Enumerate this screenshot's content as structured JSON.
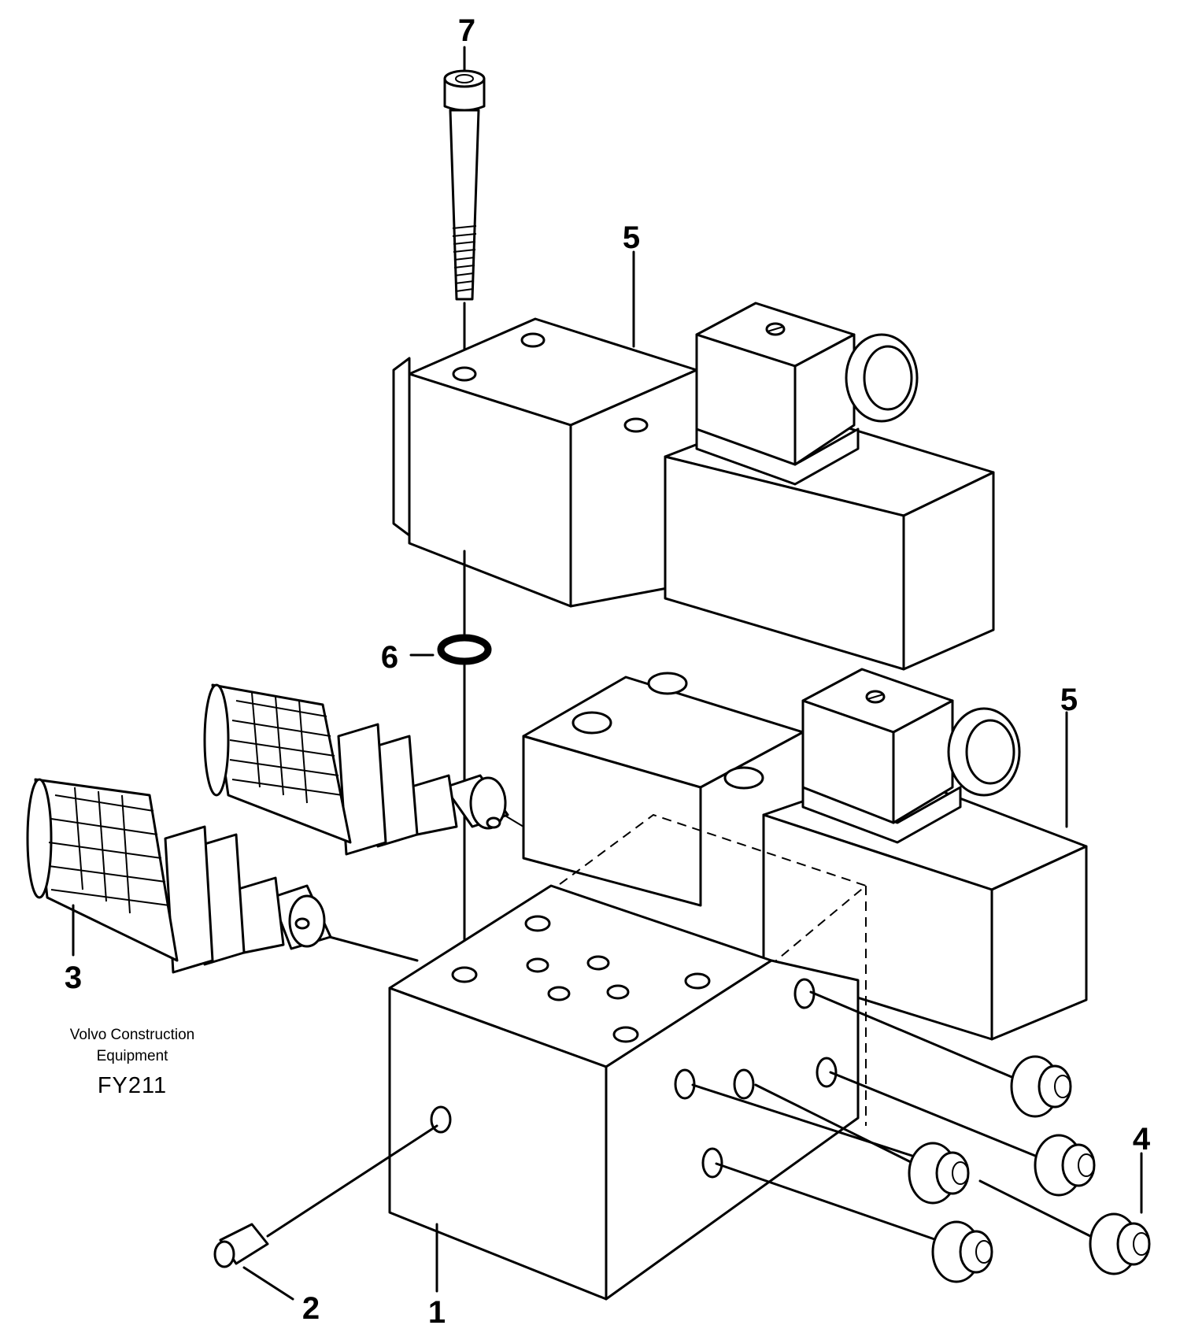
{
  "callouts": {
    "c1": "1",
    "c2": "2",
    "c3": "3",
    "c4": "4",
    "c5a": "5",
    "c5b": "5",
    "c6": "6",
    "c7": "7"
  },
  "caption": {
    "line1": "Volvo Construction",
    "line2": "Equipment",
    "code": "FY211"
  }
}
